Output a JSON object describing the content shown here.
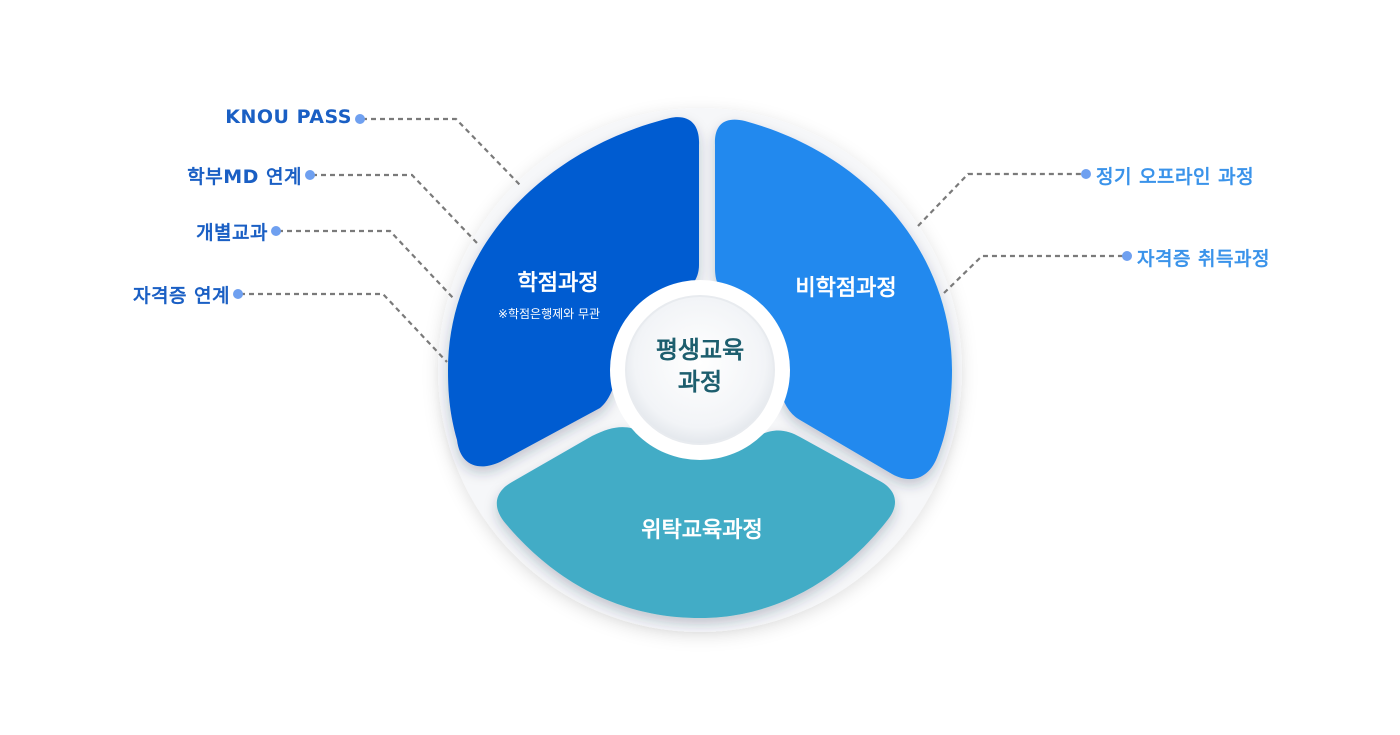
{
  "center": {
    "line1": "평생교육",
    "line2": "과정"
  },
  "segments": {
    "credit": {
      "title": "학점과정",
      "note": "※학점은행제와 무관",
      "color": "#055cd1"
    },
    "noncredit": {
      "title": "비학점과정",
      "color": "#2389ee"
    },
    "contract": {
      "title": "위탁교육과정",
      "color": "#43acc6"
    }
  },
  "left_labels": [
    "KNOU PASS",
    "학부MD 연계",
    "개별교과",
    "자격증 연계"
  ],
  "right_labels": [
    "정기 오프라인 과정",
    "자격증 취득과정"
  ],
  "colors": {
    "left_label": "#1a5fc4",
    "right_label": "#3a93ea",
    "dot": "#6fa0f0",
    "connector": "#7a7a7a",
    "center_text": "#1d5e6e"
  }
}
